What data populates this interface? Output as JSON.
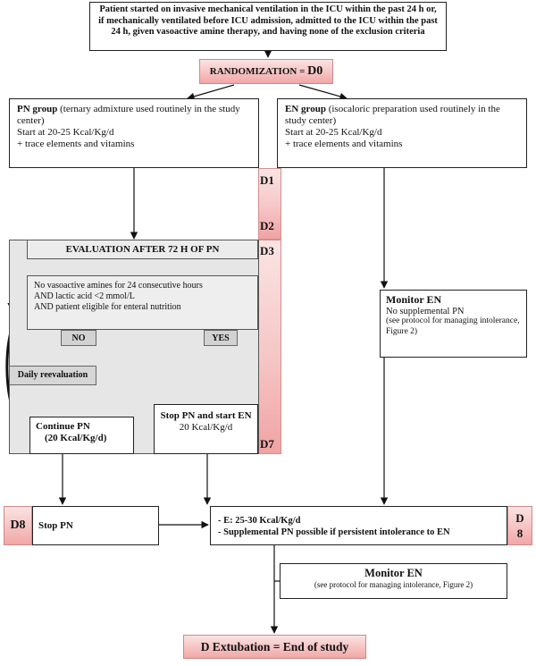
{
  "top_box": {
    "text": "Patient started on invasive mechanical ventilation in the ICU within the past 24 h or, if mechanically ventilated before ICU admission, admitted to the ICU within the past 24 h, given vasoactive amine therapy, and having none of the exclusion criteria"
  },
  "randomization": {
    "prefix": "RANDOMIZATION = ",
    "day": "D0"
  },
  "pn_group": {
    "title": "PN group",
    "desc": " (ternary admixture used routinely in the study center)",
    "start": "Start at 20-25 Kcal/Kg/d",
    "extras": "+ trace elements and vitamins"
  },
  "en_group": {
    "title": "EN group",
    "desc": " (isocaloric preparation used routinely in the study center)",
    "start": "Start at 20-25 Kcal/Kg/d",
    "extras": "+ trace elements and vitamins"
  },
  "day_labels": {
    "d1": "D1",
    "d2": "D2",
    "d3": "D3",
    "d7": "D7",
    "d8_left": "D8",
    "d8_right_top": "D",
    "d8_right_bottom": "8"
  },
  "evaluation": {
    "title": "EVALUATION AFTER 72 H OF PN",
    "criteria_1": "No vasoactive amines for 24 consecutive hours",
    "criteria_2": "AND lactic acid <2 mmol/L",
    "criteria_3": "AND patient eligible for enteral nutrition",
    "no_label": "NO",
    "yes_label": "YES",
    "daily_reevaluation": "Daily reevaluation",
    "continue_pn_title": "Continue PN",
    "continue_pn_rate": "(20 Kcal/Kg/d)",
    "stop_pn_start_en_title": "Stop PN and start EN",
    "stop_pn_start_en_rate": "20 Kcal/Kg/d"
  },
  "monitor_en_1": {
    "title": "Monitor EN",
    "line1": "No supplemental PN",
    "line2": "(see protocol for managing intolerance, Figure 2)"
  },
  "stop_pn": {
    "label": "Stop PN"
  },
  "d8_box": {
    "line1": "- E: 25-30 Kcal/Kg/d",
    "line2": "- Supplemental PN possible if persistent intolerance to EN"
  },
  "monitor_en_2": {
    "title": "Monitor EN",
    "note": "(see protocol for managing intolerance, Figure 2)"
  },
  "end_box": {
    "label": "D Extubation = End of study"
  }
}
